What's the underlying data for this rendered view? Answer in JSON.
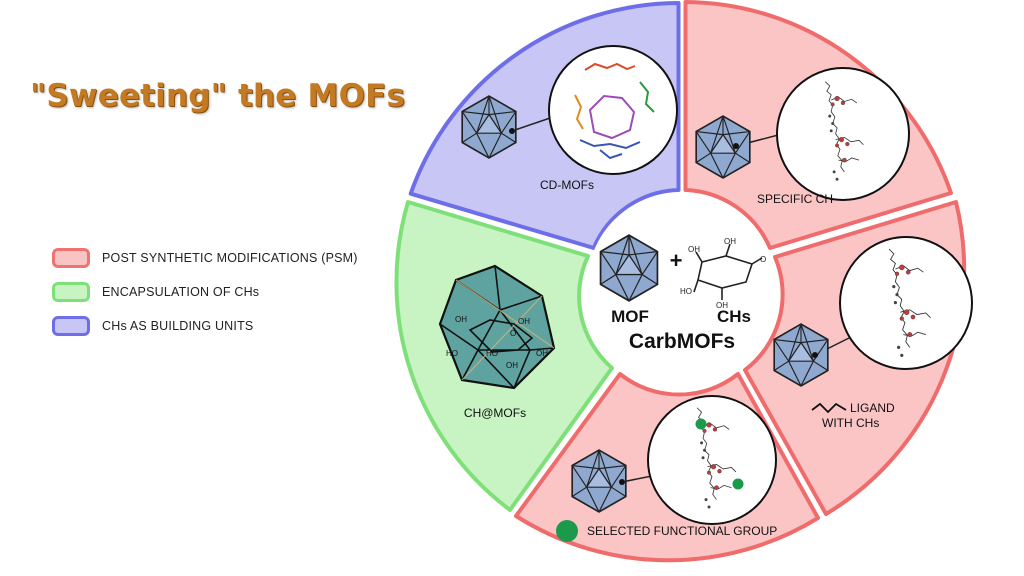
{
  "title": "\"Sweeting\" the MOFs",
  "legend": [
    {
      "label": "POST SYNTHETIC MODIFICATIONS (PSM)",
      "color": "#f07373"
    },
    {
      "label": "ENCAPSULATION OF CHs",
      "color": "#7fe07a"
    },
    {
      "label": "CHs AS BUILDING UNITS",
      "color": "#6e6ee8"
    }
  ],
  "center": {
    "mof_label": "MOF",
    "plus": "+",
    "chs_label": "CHs",
    "name": "CarbMOFs"
  },
  "segments": {
    "cd_mofs": "CD-MOFs",
    "specific_ch": "SPECIFIC CH",
    "ligand_line1": "LIGAND",
    "ligand_line2": "WITH CHs",
    "selected_group": "SELECTED FUNCTIONAL GROUP",
    "ch_at_mofs": "CH@MOFs"
  },
  "molecule_labels": {
    "ho": "HO",
    "oh": "OH",
    "o": "O"
  },
  "colors": {
    "psm_fill": "#fbc5c5",
    "psm_stroke": "#f06c6c",
    "enc_fill": "#c8f3c3",
    "enc_stroke": "#7fe07a",
    "bu_fill": "#c8c6f4",
    "bu_stroke": "#6e6ee8",
    "title": "#c47a22",
    "green_dot": "#1a9a4a"
  }
}
